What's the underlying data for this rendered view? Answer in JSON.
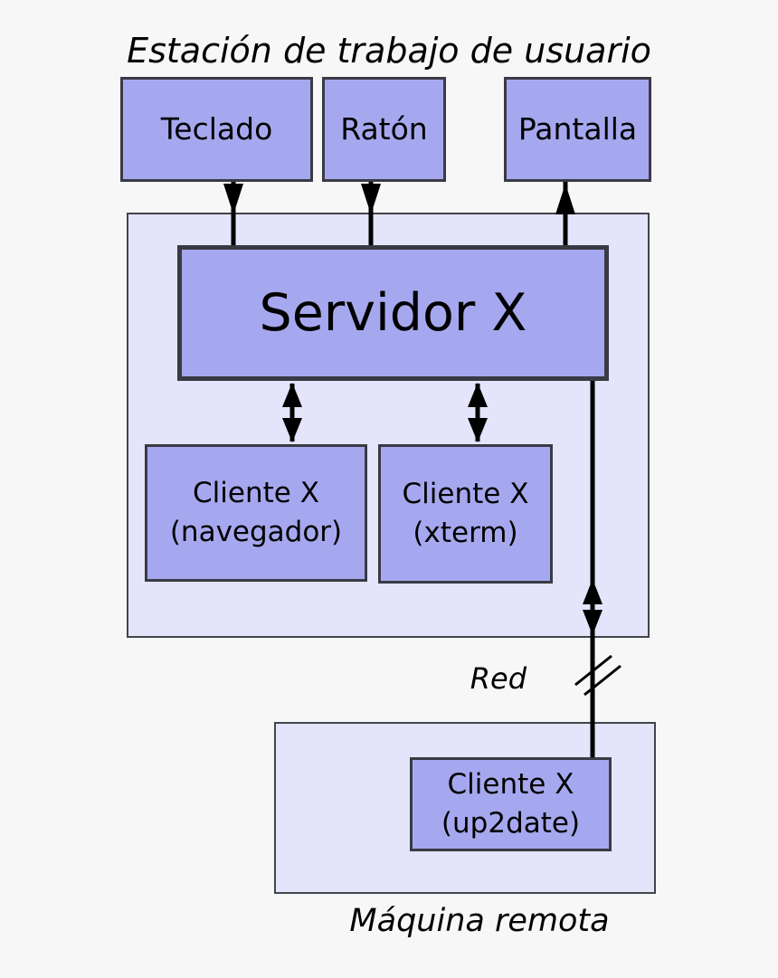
{
  "diagram": {
    "title": "Estación de trabajo de usuario",
    "workstation": {
      "keyboard_label": "Teclado",
      "mouse_label": "Ratón",
      "display_label": "Pantalla",
      "x_server_label": "Servidor X",
      "client_browser": {
        "line1": "Cliente X",
        "line2": "(navegador)"
      },
      "client_xterm": {
        "line1": "Cliente X",
        "line2": "(xterm)"
      }
    },
    "network": {
      "label": "Red"
    },
    "remote_machine": {
      "caption": "Máquina remota",
      "client_up2date": {
        "line1": "Cliente X",
        "line2": "(up2date)"
      }
    },
    "colors": {
      "background": "#f7f7f7",
      "container_fill": "#e4e4fb",
      "node_fill": "#a6a8ef",
      "node_border": "#3a3a44",
      "container_border": "#44444c",
      "line": "#000000"
    }
  }
}
